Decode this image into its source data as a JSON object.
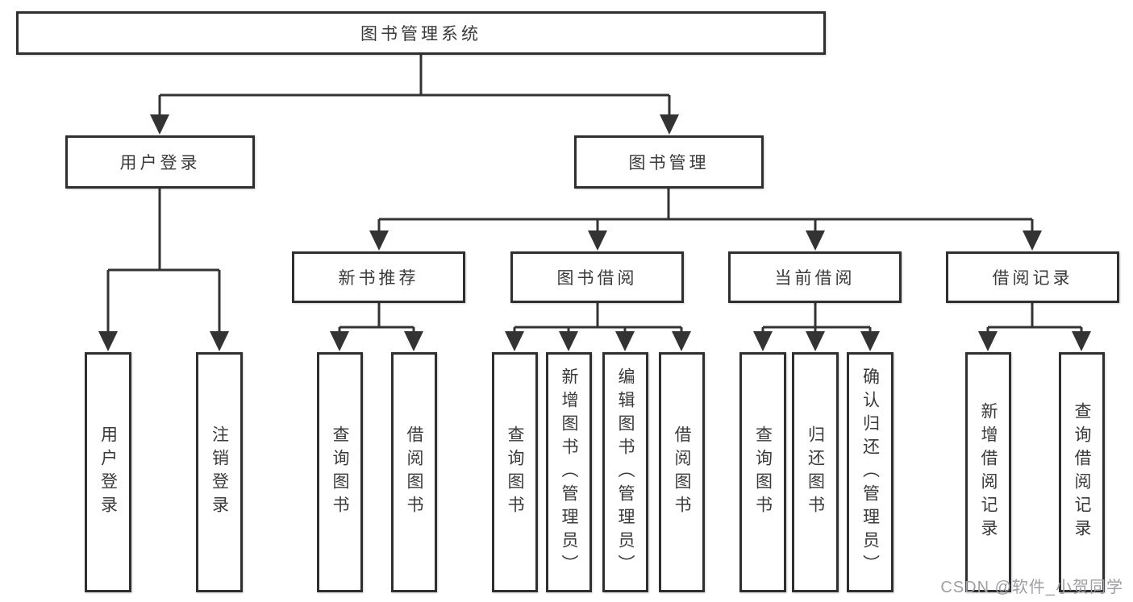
{
  "tree": {
    "root": {
      "label": "图书管理系统"
    },
    "branches": [
      {
        "label": "用户登录",
        "children": [
          {
            "label": "用户登录"
          },
          {
            "label": "注销登录"
          }
        ]
      },
      {
        "label": "图书管理",
        "groups": [
          {
            "label": "新书推荐",
            "children": [
              {
                "label": "查询图书"
              },
              {
                "label": "借阅图书"
              }
            ]
          },
          {
            "label": "图书借阅",
            "children": [
              {
                "label": "查询图书"
              },
              {
                "label": "新增图书（管理员）"
              },
              {
                "label": "编辑图书（管理员）"
              },
              {
                "label": "借阅图书"
              }
            ]
          },
          {
            "label": "当前借阅",
            "children": [
              {
                "label": "查询图书"
              },
              {
                "label": "归还图书"
              },
              {
                "label": "确认归还（管理员）"
              }
            ]
          },
          {
            "label": "借阅记录",
            "children": [
              {
                "label": "新增借阅记录"
              },
              {
                "label": "查询借阅记录"
              }
            ]
          }
        ]
      }
    ]
  },
  "watermark": {
    "text": "CSDN @软件_小贺同学"
  },
  "colors": {
    "line": "#333333",
    "box_border": "#2f2f2f",
    "text": "#3a3a3a",
    "watermark": "#9e9ea4",
    "background": "#ffffff"
  }
}
